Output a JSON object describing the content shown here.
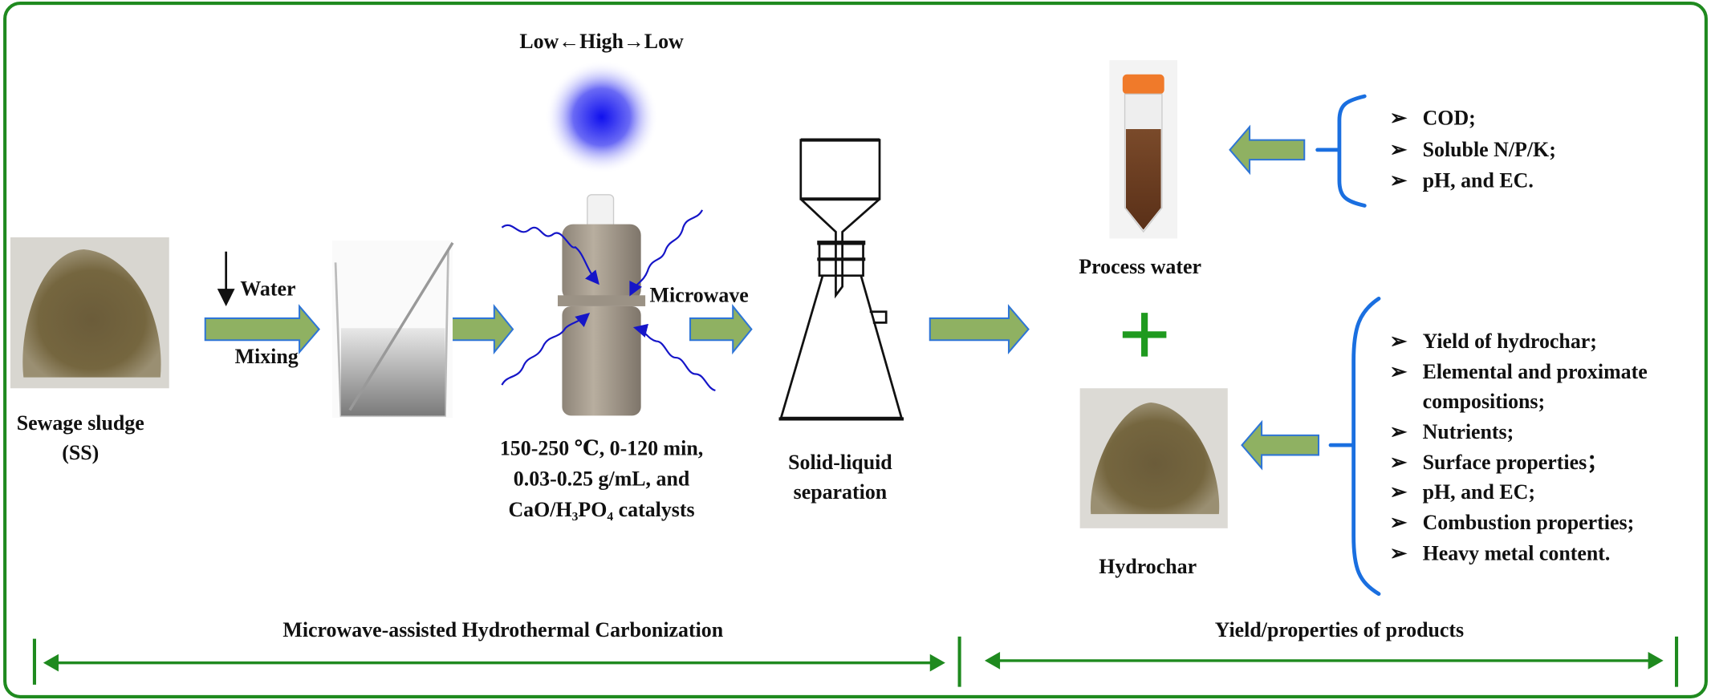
{
  "intensity_scale": "Low←High→Low",
  "feedstock": {
    "label_line1": "Sewage sludge",
    "label_line2": "(SS)"
  },
  "mixing": {
    "water_label": "Water",
    "mixing_label": "Mixing"
  },
  "reactor": {
    "microwave_label": "Microwave",
    "conditions": [
      "150-250 ℃, 0-120 min,",
      "0.03-0.25 g/mL, and",
      "CaO/H₃PO₄ catalysts"
    ]
  },
  "separation": {
    "label_line1": "Solid-liquid",
    "label_line2": "separation"
  },
  "products": {
    "process_water_label": "Process water",
    "hydrochar_label": "Hydrochar",
    "process_water_properties": [
      "COD;",
      "Soluble N/P/K;",
      "pH, and EC."
    ],
    "hydrochar_properties": [
      "Yield of hydrochar;",
      "Elemental and proximate",
      "compositions;",
      "Nutrients;",
      "Surface properties；",
      "pH, and EC;",
      "Combustion properties;",
      "Heavy metal content."
    ]
  },
  "stages": {
    "left": "Microwave-assisted Hydrothermal Carbonization",
    "right": "Yield/properties of products"
  },
  "colors": {
    "frame": "#1f8a1f",
    "arrow_fill": "#8fb162",
    "arrow_stroke": "#2e75d6",
    "brace": "#1a6fe0",
    "glow": "#1a1aff"
  }
}
